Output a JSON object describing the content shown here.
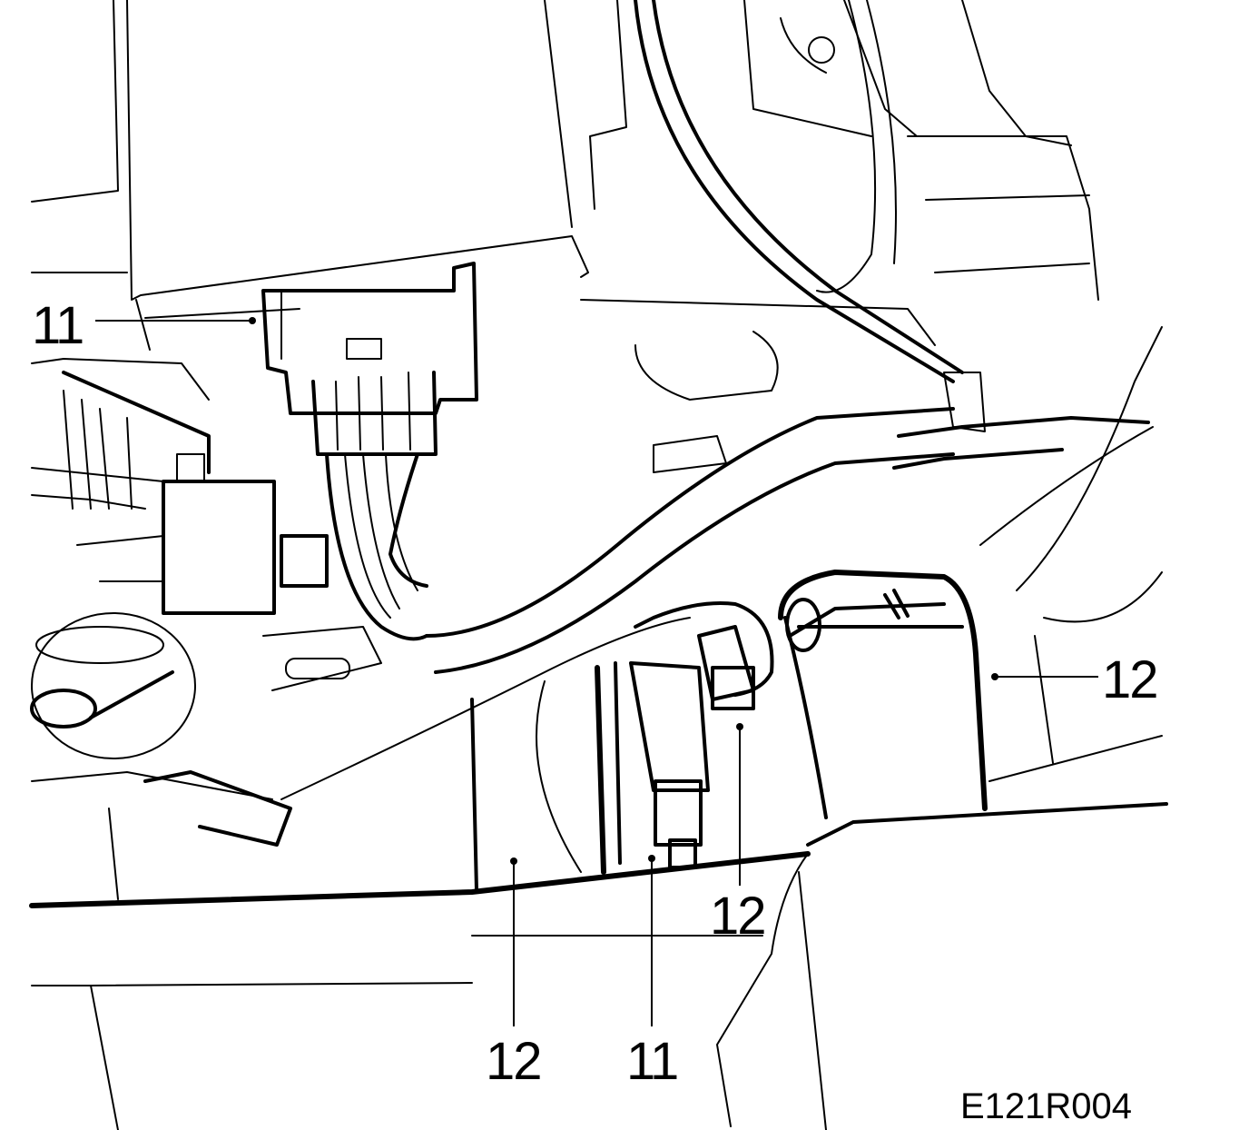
{
  "callouts": {
    "c11_top_left": "11",
    "c12_right": "12",
    "c12_middle": "12",
    "c12_bottom_left": "12",
    "c11_bottom": "11"
  },
  "figure_code": "E121R004",
  "colors": {
    "ink": "#000000",
    "paper": "#ffffff"
  }
}
